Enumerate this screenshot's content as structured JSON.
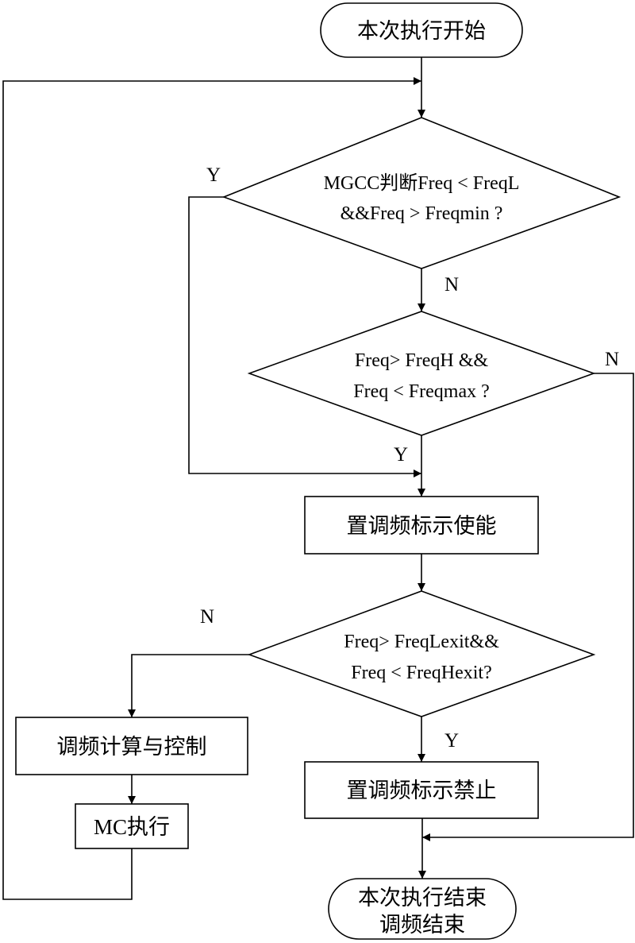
{
  "start": {
    "text": "本次执行开始"
  },
  "decision1": {
    "line1": "MGCC判断Freq < FreqL",
    "line2": "&&Freq > Freqmin ?"
  },
  "decision2": {
    "line1": "Freq> FreqH &&",
    "line2": "Freq < Freqmax ?"
  },
  "process_enable": {
    "text": "置调频标示使能"
  },
  "decision3": {
    "line1": "Freq> FreqLexit&&",
    "line2": "Freq < FreqHexit?"
  },
  "process_calc": {
    "text": "调频计算与控制"
  },
  "process_mc": {
    "text": "MC执行"
  },
  "process_disable": {
    "text": "置调频标示禁止"
  },
  "end": {
    "line1": "本次执行结束",
    "line2": "调频结束"
  },
  "labels": {
    "d1_yes": "Y",
    "d1_no": "N",
    "d2_yes": "Y",
    "d2_no": "N",
    "d3_no": "N",
    "d3_yes": "Y"
  }
}
